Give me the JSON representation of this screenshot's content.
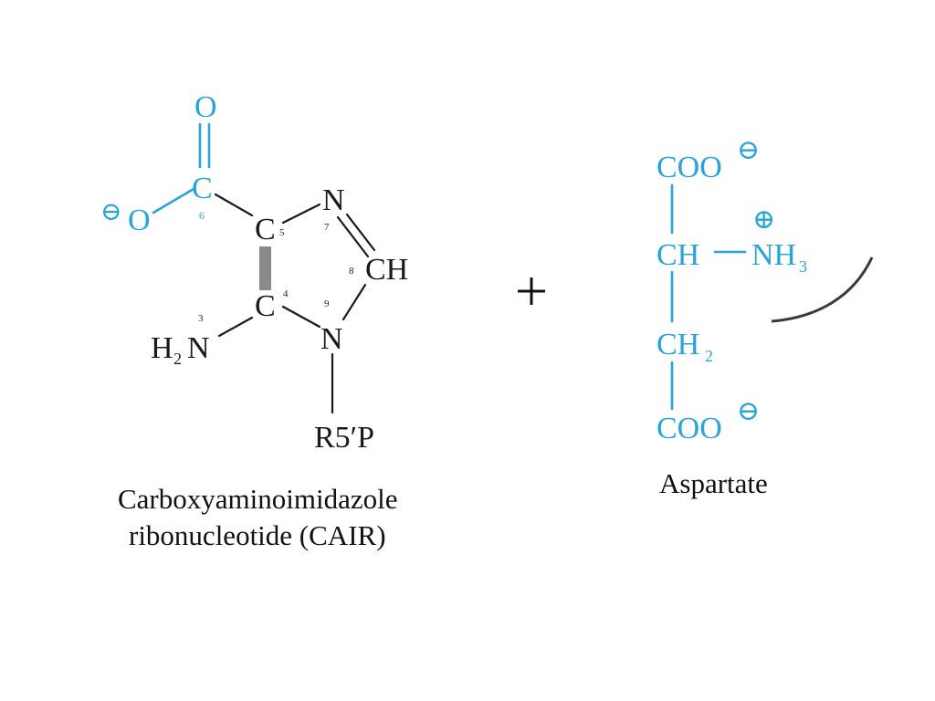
{
  "colors": {
    "black": "#1a1a1a",
    "blue": "#29a3dc"
  },
  "cair": {
    "carboxyl_O": "O",
    "carboxyl_C": "C",
    "carboxyl_O_minus": "O",
    "neg_charge": "⊖",
    "c5": "C",
    "c4": "C",
    "n7": "N",
    "c8h": "CH",
    "n9": "N",
    "nh2_H": "H",
    "nh2_sub": "2",
    "nh2_N": "N",
    "r5p": "R5′P",
    "num_6": "6",
    "num_5": "5",
    "num_7": "7",
    "num_8": "8",
    "num_4": "4",
    "num_9": "9",
    "num_3": "3",
    "caption_line1": "Carboxyaminoimidazole",
    "caption_line2": "ribonucleotide (CAIR)"
  },
  "operator": "+",
  "aspartate": {
    "coo_top": "COO",
    "neg_top": "⊖",
    "ch": "CH",
    "nh3": "NH",
    "nh3_sub": "3",
    "pos_charge": "⊕",
    "ch2": "CH",
    "ch2_sub": "2",
    "coo_bottom": "COO",
    "neg_bottom": "⊖",
    "caption": "Aspartate"
  }
}
